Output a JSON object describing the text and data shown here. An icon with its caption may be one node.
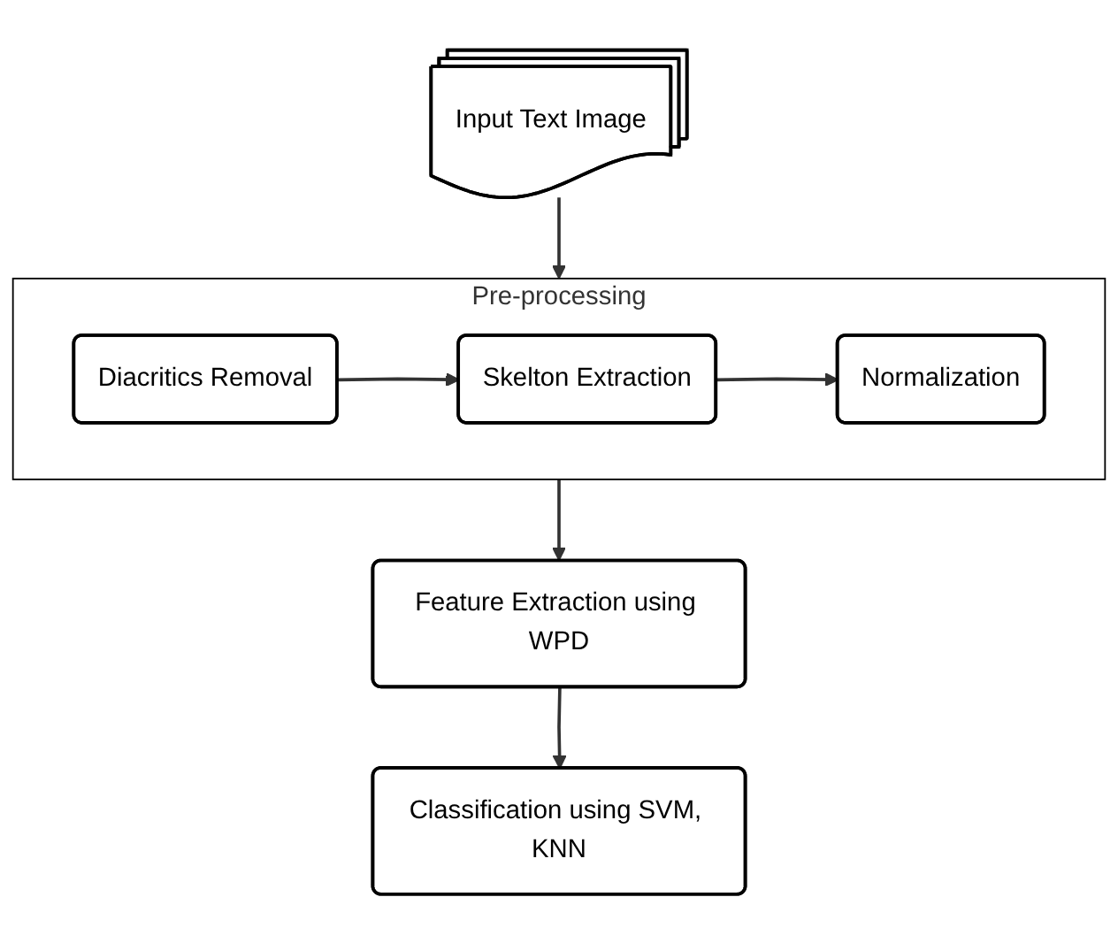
{
  "diagram": {
    "nodes": [
      {
        "text": [
          "Input Text Image"
        ]
      },
      {
        "text": [
          "Pre-processing"
        ]
      },
      {
        "text": [
          "Diacritics Removal"
        ],
        "in": 1
      },
      {
        "text": [
          "Skelton Extraction"
        ],
        "in": 1
      },
      {
        "text": [
          "Normalization"
        ],
        "in": 1
      },
      {
        "text": [
          "Feature Extraction using WPD"
        ]
      },
      {
        "text": [
          "Classification using SVM, KNN"
        ]
      }
    ],
    "edges": [
      {
        "from": 0,
        "to": 1,
        "arrow": "to"
      },
      {
        "from": 2,
        "to": 3,
        "arrow": "to"
      },
      {
        "from": 3,
        "to": 4,
        "arrow": "to"
      },
      {
        "from": 1,
        "to": 5,
        "arrow": "to"
      },
      {
        "from": 5,
        "to": 6,
        "arrow": "to"
      }
    ]
  }
}
